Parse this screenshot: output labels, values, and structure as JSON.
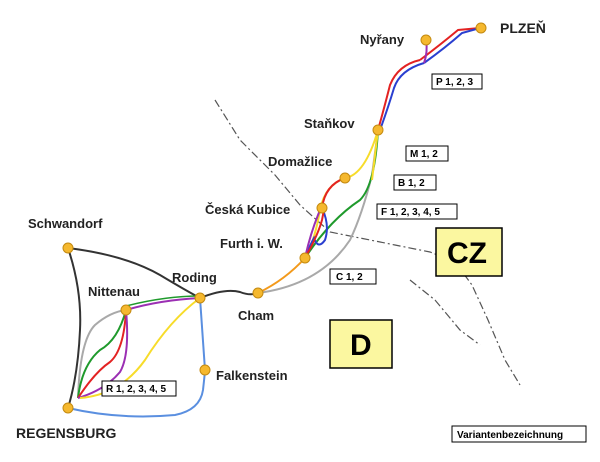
{
  "cities": {
    "plzen": "PLZEŇ",
    "nyrany": "Nyřany",
    "stankov": "Staňkov",
    "domazlice": "Domažlice",
    "ceska_kubice": "Česká Kubice",
    "furth": "Furth i. W.",
    "schwandorf": "Schwandorf",
    "nittenau": "Nittenau",
    "roding": "Roding",
    "cham": "Cham",
    "falkenstein": "Falkenstein",
    "regensburg": "REGENSBURG"
  },
  "variant_boxes": {
    "p": "P 1, 2, 3",
    "m": "M 1, 2",
    "b": "B 1, 2",
    "f": "F 1, 2, 3, 4, 5",
    "c": "C 1, 2",
    "r": "R 1, 2, 3, 4, 5"
  },
  "countries": {
    "cz": "CZ",
    "d": "D"
  },
  "legend": "Variantenbezeichnung",
  "colors": {
    "red": "#e32222",
    "blue": "#2a3fd0",
    "green": "#1f9a2c",
    "yellow": "#f7dc2a",
    "grey": "#a9a9a9",
    "lightblue": "#5a8fe0",
    "purple": "#9b2fb3",
    "orange": "#f39a1c",
    "dark": "#333333",
    "node": "#f5b82e",
    "country_box": "#fbf7a0"
  }
}
